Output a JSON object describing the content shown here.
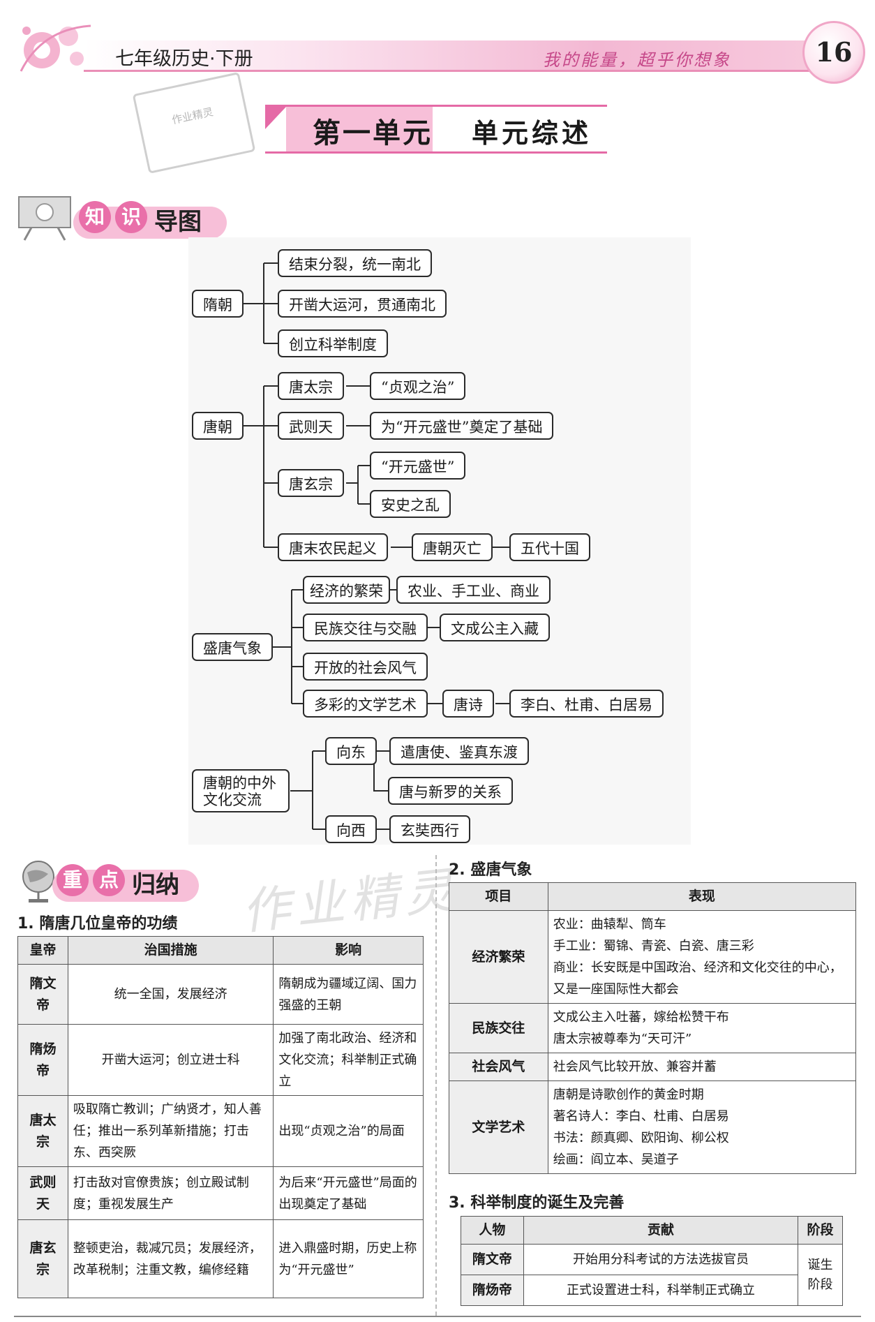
{
  "header": {
    "book_title": "七年级历史·下册",
    "slogan": "我的能量，超乎你想象",
    "page_number": "16",
    "stamp_text": "作业精灵"
  },
  "unit": {
    "title": "第一单元",
    "subtitle": "单元综述"
  },
  "sections": {
    "mindmap": {
      "c1": "知",
      "c2": "识",
      "rest": "导图"
    },
    "keypoints": {
      "c1": "重",
      "c2": "点",
      "rest": "归纳"
    }
  },
  "watermark": "作业精灵",
  "mindmap": {
    "sui": {
      "label": "隋朝",
      "items": [
        "结束分裂，统一南北",
        "开凿大运河，贯通南北",
        "创立科举制度"
      ]
    },
    "tang": {
      "label": "唐朝",
      "taizong": "唐太宗",
      "taizong_r": "“贞观之治”",
      "wuzetian": "武则天",
      "wuzetian_r": "为“开元盛世”奠定了基础",
      "xuanzong": "唐玄宗",
      "xuanzong_r1": "“开元盛世”",
      "xuanzong_r2": "安史之乱",
      "rebellion": "唐末农民起义",
      "fall": "唐朝灭亡",
      "five": "五代十国"
    },
    "shengtang": {
      "label": "盛唐气象",
      "econ": "经济的繁荣",
      "econ_r": "农业、手工业、商业",
      "ethnic": "民族交往与交融",
      "ethnic_r": "文成公主入藏",
      "social": "开放的社会风气",
      "lit": "多彩的文学艺术",
      "lit_r1": "唐诗",
      "lit_r2": "李白、杜甫、白居易"
    },
    "exchange": {
      "label": "唐朝的中外文化交流",
      "east": "向东",
      "east_r": "遣唐使、鉴真东渡",
      "silla": "唐与新罗的关系",
      "west": "向西",
      "west_r": "玄奘西行"
    }
  },
  "table1": {
    "title": "1. 隋唐几位皇帝的功绩",
    "headers": [
      "皇帝",
      "治国措施",
      "影响"
    ],
    "rows": [
      [
        "隋文帝",
        "统一全国，发展经济",
        "隋朝成为疆域辽阔、国力强盛的王朝"
      ],
      [
        "隋炀帝",
        "开凿大运河；创立进士科",
        "加强了南北政治、经济和文化交流；科举制正式确立"
      ],
      [
        "唐太宗",
        "吸取隋亡教训；广纳贤才，知人善任；推出一系列革新措施；打击东、西突厥",
        "出现“贞观之治”的局面"
      ],
      [
        "武则天",
        "打击敌对官僚贵族；创立殿试制度；重视发展生产",
        "为后来“开元盛世”局面的出现奠定了基础"
      ],
      [
        "唐玄宗",
        "整顿吏治，裁减冗员；发展经济，改革税制；注重文教，编修经籍",
        "进入鼎盛时期，历史上称为“开元盛世”"
      ]
    ]
  },
  "table2": {
    "title": "2. 盛唐气象",
    "headers": [
      "项目",
      "表现"
    ],
    "rows": [
      [
        "经济繁荣",
        [
          "农业：曲辕犁、筒车",
          "手工业：蜀锦、青瓷、白瓷、唐三彩",
          "商业：长安既是中国政治、经济和文化交往的中心，又是一座国际性大都会"
        ]
      ],
      [
        "民族交往",
        [
          "文成公主入吐蕃，嫁给松赞干布",
          "唐太宗被尊奉为“天可汗”"
        ]
      ],
      [
        "社会风气",
        [
          "社会风气比较开放、兼容并蓄"
        ]
      ],
      [
        "文学艺术",
        [
          "唐朝是诗歌创作的黄金时期",
          "著名诗人：李白、杜甫、白居易",
          "书法：颜真卿、欧阳询、柳公权",
          "绘画：阎立本、吴道子"
        ]
      ]
    ]
  },
  "table3": {
    "title": "3. 科举制度的诞生及完善",
    "headers": [
      "人物",
      "贡献",
      "阶段"
    ],
    "rows": [
      [
        "隋文帝",
        "开始用分科考试的方法选拔官员"
      ],
      [
        "隋炀帝",
        "正式设置进士科，科举制正式确立"
      ]
    ],
    "stage": "诞生阶段"
  }
}
